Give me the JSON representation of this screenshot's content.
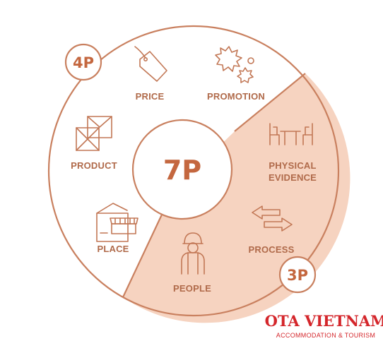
{
  "diagram": {
    "center_label": "7P",
    "group_4p_label": "4P",
    "group_3p_label": "3P",
    "items": {
      "price": "PRICE",
      "promotion": "PROMOTION",
      "product": "PRODUCT",
      "place": "PLACE",
      "physical_evidence_line1": "PHYSICAL",
      "physical_evidence_line2": "EVIDENCE",
      "process": "PROCESS",
      "people": "PEOPLE"
    },
    "colors": {
      "outline": "#c9805f",
      "sector_fill": "#f6d3c0",
      "text": "#b06a4a",
      "brand": "#d4262b"
    }
  },
  "brand": {
    "name": "OTA VIETNAM",
    "tagline": "ACCOMMODATION & TOURISM"
  }
}
